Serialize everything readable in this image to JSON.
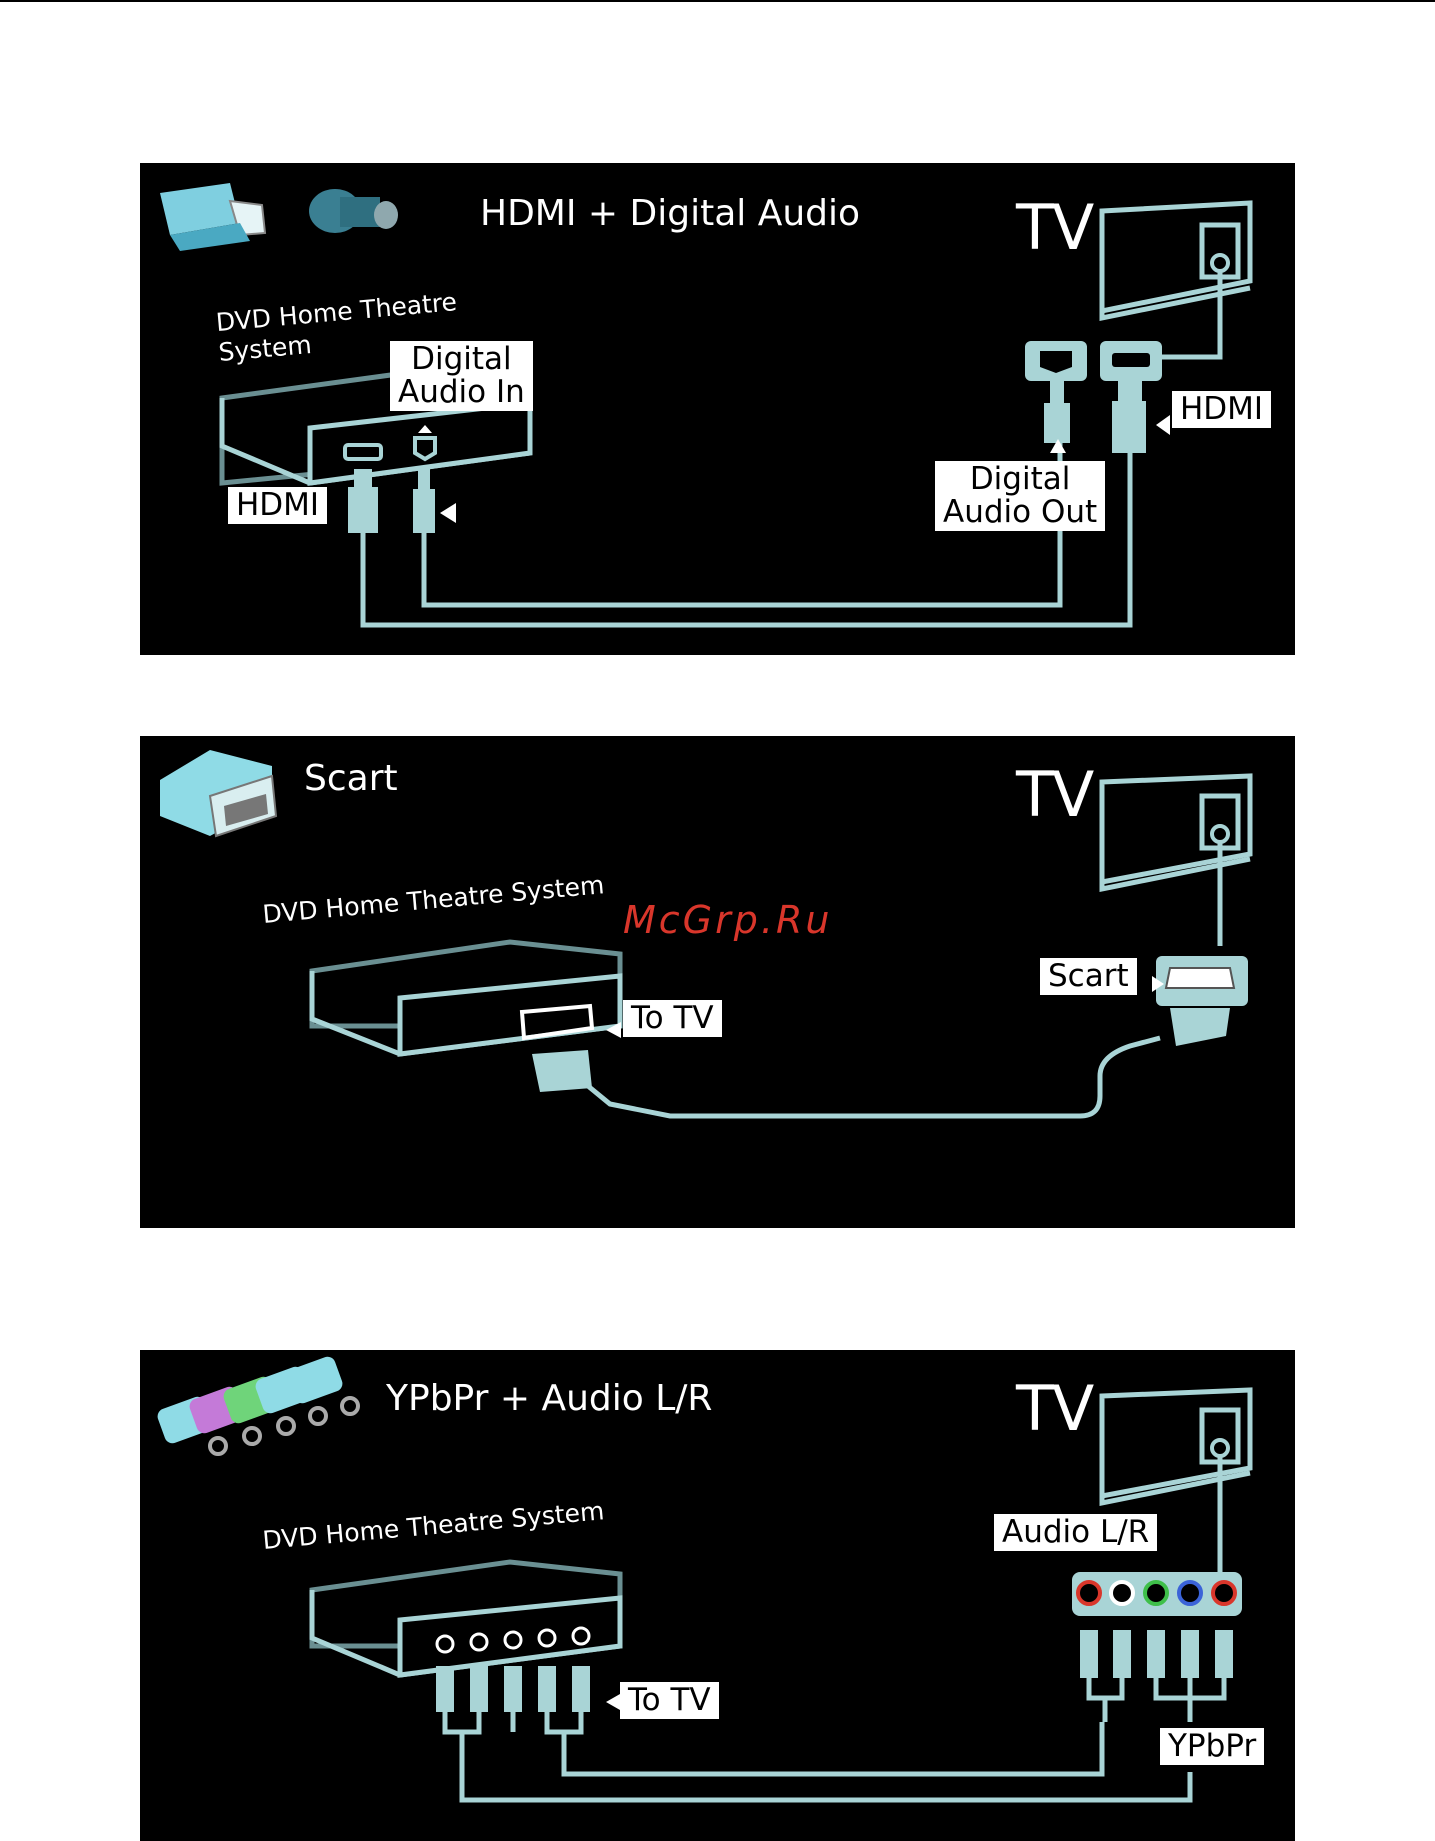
{
  "watermark": "McGrp.Ru",
  "colors": {
    "cable": "#a9d4d6",
    "background": "#000000",
    "label_bg": "#ffffff",
    "accent_red": "#d9362b"
  },
  "panels": [
    {
      "title": "HDMI + Digital Audio",
      "tv_label": "TV",
      "device_label_line1": "DVD Home Theatre",
      "device_label_line2": "System",
      "labels": {
        "digital_audio_in": [
          "Digital",
          "Audio In"
        ],
        "hdmi_left": "HDMI",
        "hdmi_right": "HDMI",
        "digital_audio_out": [
          "Digital",
          "Audio Out"
        ]
      }
    },
    {
      "title": "Scart",
      "tv_label": "TV",
      "device_label": "DVD Home Theatre System",
      "labels": {
        "to_tv": "To TV",
        "scart": "Scart"
      }
    },
    {
      "title": "YPbPr + Audio L/R",
      "tv_label": "TV",
      "device_label": "DVD Home Theatre System",
      "labels": {
        "to_tv": "To TV",
        "audio_lr": "Audio L/R",
        "ypbpr": "YPbPr"
      }
    }
  ]
}
